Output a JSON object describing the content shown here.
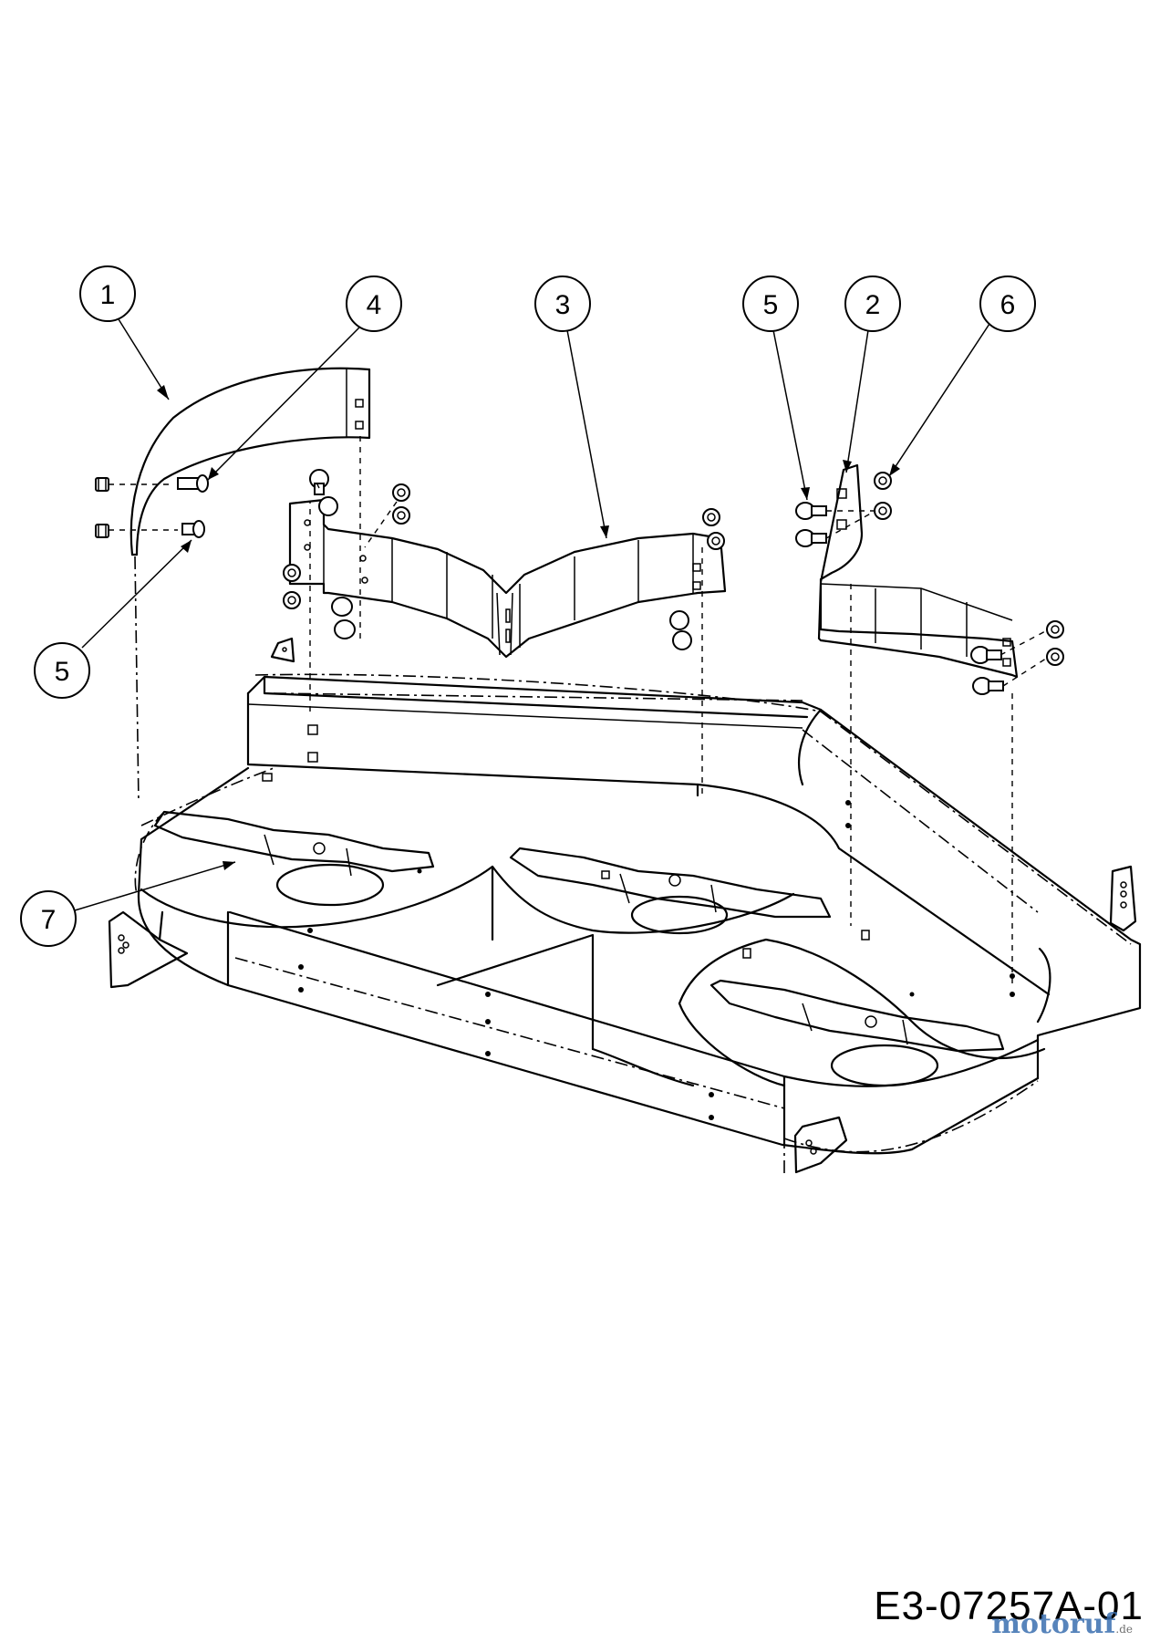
{
  "callouts": [
    {
      "id": "c1",
      "label": "1"
    },
    {
      "id": "c2",
      "label": "2"
    },
    {
      "id": "c3",
      "label": "3"
    },
    {
      "id": "c4",
      "label": "4"
    },
    {
      "id": "c5a",
      "label": "5"
    },
    {
      "id": "c5b",
      "label": "5"
    },
    {
      "id": "c6",
      "label": "6"
    },
    {
      "id": "c7",
      "label": "7"
    }
  ],
  "drawing_code": "E3-07257A-01",
  "watermark": {
    "text": "motoruf",
    "tld": ".de"
  }
}
